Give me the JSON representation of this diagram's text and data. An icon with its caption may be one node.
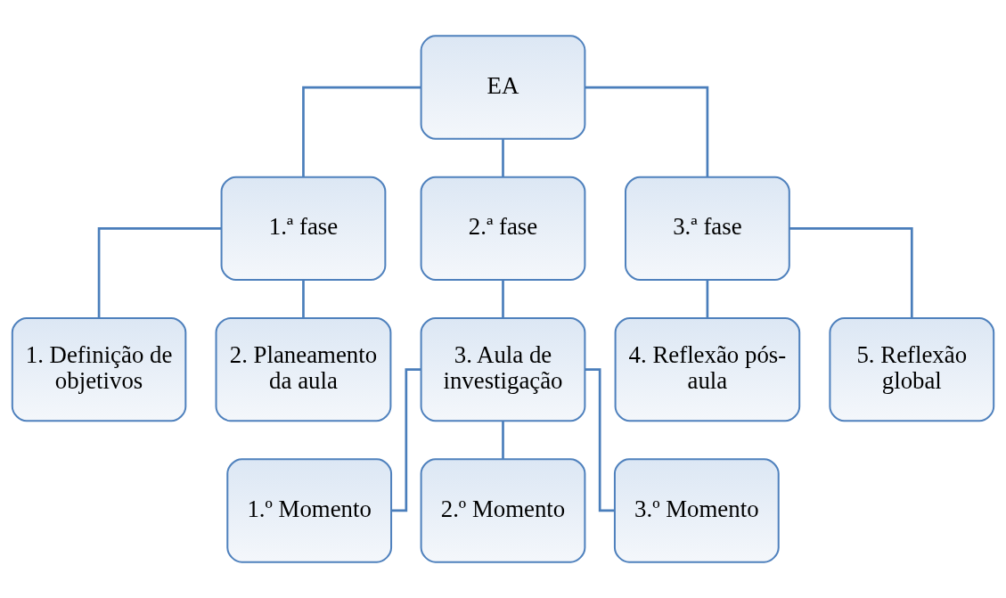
{
  "diagram": {
    "nodes": [
      {
        "text": [
          "EA"
        ]
      },
      {
        "text": [
          "1.ª fase"
        ]
      },
      {
        "text": [
          "2.ª fase"
        ]
      },
      {
        "text": [
          "3.ª fase"
        ]
      },
      {
        "text": [
          "1. Definição de objetivos"
        ]
      },
      {
        "text": [
          "2. Planeamento da aula"
        ]
      },
      {
        "text": [
          "3. Aula de investigação"
        ]
      },
      {
        "text": [
          "4. Reflexão pós-aula"
        ]
      },
      {
        "text": [
          "5. Reflexão global"
        ]
      },
      {
        "text": [
          "1.º Momento"
        ]
      },
      {
        "text": [
          "2.º Momento"
        ]
      },
      {
        "text": [
          "3.º Momento"
        ]
      }
    ],
    "edges": [
      {
        "from": 0,
        "to": 1,
        "arrow": "none"
      },
      {
        "from": 0,
        "to": 2,
        "arrow": "none"
      },
      {
        "from": 0,
        "to": 3,
        "arrow": "none"
      },
      {
        "from": 1,
        "to": 4,
        "arrow": "none"
      },
      {
        "from": 1,
        "to": 5,
        "arrow": "none"
      },
      {
        "from": 2,
        "to": 6,
        "arrow": "none"
      },
      {
        "from": 3,
        "to": 7,
        "arrow": "none"
      },
      {
        "from": 3,
        "to": 8,
        "arrow": "none"
      },
      {
        "from": 6,
        "to": 9,
        "arrow": "none"
      },
      {
        "from": 6,
        "to": 10,
        "arrow": "none"
      },
      {
        "from": 6,
        "to": 11,
        "arrow": "none"
      }
    ]
  }
}
